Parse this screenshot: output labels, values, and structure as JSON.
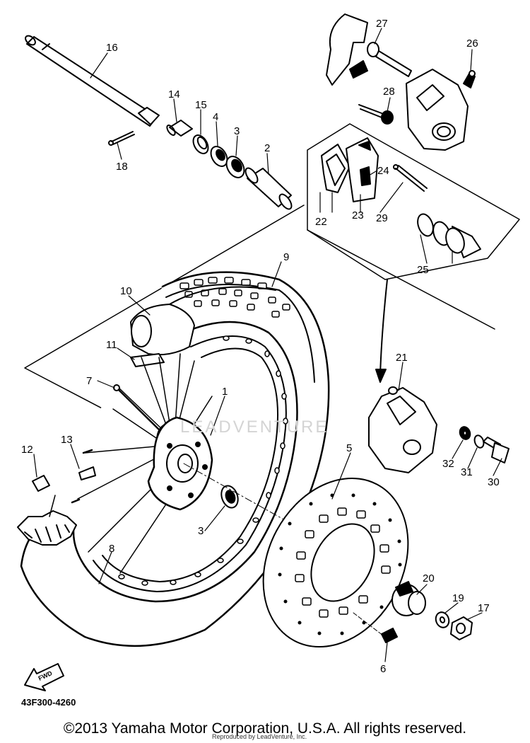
{
  "diagram": {
    "part_code": "43F300-4260",
    "fwd_label": "FWD",
    "callouts": {
      "c1": "1",
      "c2": "2",
      "c3a": "3",
      "c3b": "3",
      "c4": "4",
      "c5": "5",
      "c6": "6",
      "c7": "7",
      "c8": "8",
      "c9": "9",
      "c10": "10",
      "c11": "11",
      "c12": "12",
      "c13": "13",
      "c14": "14",
      "c15": "15",
      "c16": "16",
      "c17": "17",
      "c18": "18",
      "c19": "19",
      "c20": "20",
      "c21": "21",
      "c22": "22",
      "c23": "23",
      "c24": "24",
      "c25": "25",
      "c26": "26",
      "c27": "27",
      "c28": "28",
      "c29": "29",
      "c30": "30",
      "c31": "31",
      "c32": "32"
    }
  },
  "footer": {
    "copyright": "©2013 Yamaha Motor Corporation, U.S.A. All rights reserved.",
    "watermark_text": "Reproduced by LeadVenture, Inc.",
    "watermark_logo": "LEADVENTURE"
  }
}
